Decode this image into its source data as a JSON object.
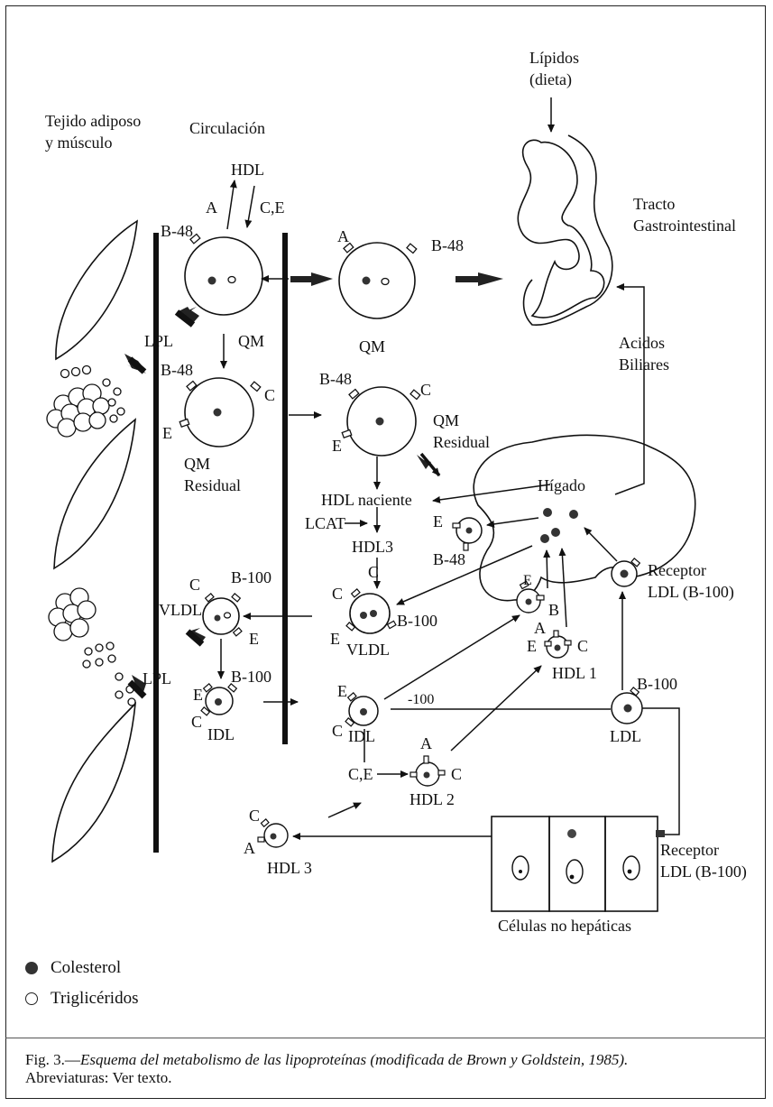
{
  "labels": {
    "lipidos": "Lípidos",
    "dieta": "(dieta)",
    "tejido1": "Tejido adiposo",
    "tejido2": "y músculo",
    "circulacion": "Circulación",
    "hdl_top": "HDL",
    "a_top": "A",
    "ce_top": "C,E",
    "tracto1": "Tracto",
    "tracto2": "Gastrointestinal",
    "b48_1": "B-48",
    "a_qm": "A",
    "b48_qm": "B-48",
    "qm_right": "QM",
    "qm_left": "QM",
    "lpl1": "LPL",
    "acidos1": "Acidos",
    "acidos2": "Biliares",
    "b48_res_left": "B-48",
    "c_res_left": "C",
    "e_res_left": "E",
    "b48_res_right": "B-48",
    "c_res_right": "C",
    "e_res_right": "E",
    "qm_res_right1": "QM",
    "qm_res_right2": "Residual",
    "qm_res_left1": "QM",
    "qm_res_left2": "Residual",
    "higado": "Hígado",
    "hdl_naciente": "HDL naciente",
    "lcat": "LCAT",
    "hdl3_mid": "HDL3",
    "c_mid": "C",
    "e_b48": "E",
    "b48_small": "B-48",
    "c_vldl_left": "C",
    "b100_vldl_left": "B-100",
    "vldl_left": "VLDL",
    "e_vldl_left": "E",
    "c_vldl_mid": "C",
    "b100_vldl_mid": "B-100",
    "e_vldl_mid": "E",
    "vldl_mid": "VLDL",
    "e_hep": "E",
    "b_hep": "B",
    "receptor1": "Receptor",
    "receptor1b": "LDL (B-100)",
    "a_hdl1": "A",
    "e_hdl1": "E",
    "c_hdl1": "C",
    "hdl1": "HDL 1",
    "lpl2": "LPL",
    "b100_idl": "B-100",
    "e_idl": "E",
    "c_idl": "C",
    "idl_left": "IDL",
    "e_idl_mid": "E",
    "minus100": "-100",
    "c_idl_mid": "C",
    "idl_mid": "IDL",
    "b100_ldl": "B-100",
    "ldl": "LDL",
    "a_hdl2": "A",
    "ce_hdl2": "C,E",
    "c_hdl2": "C",
    "hdl2": "HDL 2",
    "c_hdl3": "C",
    "a_hdl3": "A",
    "hdl3_bottom": "HDL 3",
    "receptor2": "Receptor",
    "receptor2b": "LDL (B-100)",
    "celulas": "Células no hepáticas"
  },
  "legend": {
    "colesterol": "Colesterol",
    "trigliceridos": "Triglicéridos"
  },
  "caption": {
    "prefix": "Fig. 3.—",
    "title": "Esquema del metabolismo de las lipoproteínas (modificada de Brown y Goldstein, 1985).",
    "line2": "Abreviaturas: Ver texto."
  }
}
